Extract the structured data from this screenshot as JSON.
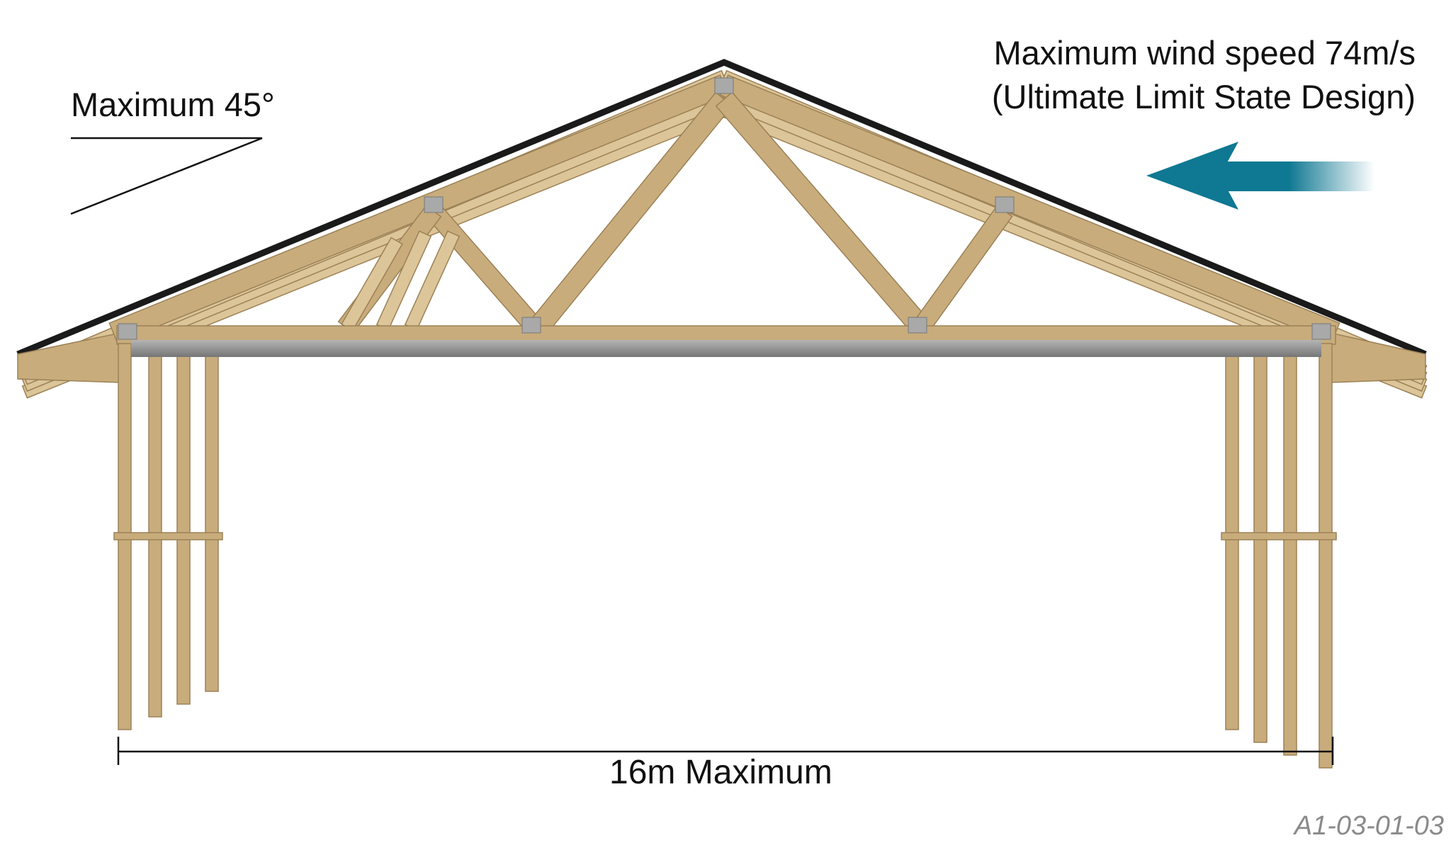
{
  "labels": {
    "pitch": "Maximum 45°",
    "wind_line1": "Maximum wind speed 74m/s",
    "wind_line2": "(Ultimate Limit State Design)",
    "span": "16m Maximum",
    "ref": "A1-03-01-03"
  },
  "colors": {
    "timber": "#c8ac7c",
    "timber_dark": "#9c8156",
    "timber_light": "#dcc598",
    "roof_edge": "#1a1a1a",
    "ceiling": "#8d8d8d",
    "arrow": "#0f7892",
    "plate": "#a9a9a9",
    "text": "#111111",
    "ref_text": "#8a8a8a"
  },
  "icons": {
    "wind_direction": "arrow-left-icon"
  }
}
